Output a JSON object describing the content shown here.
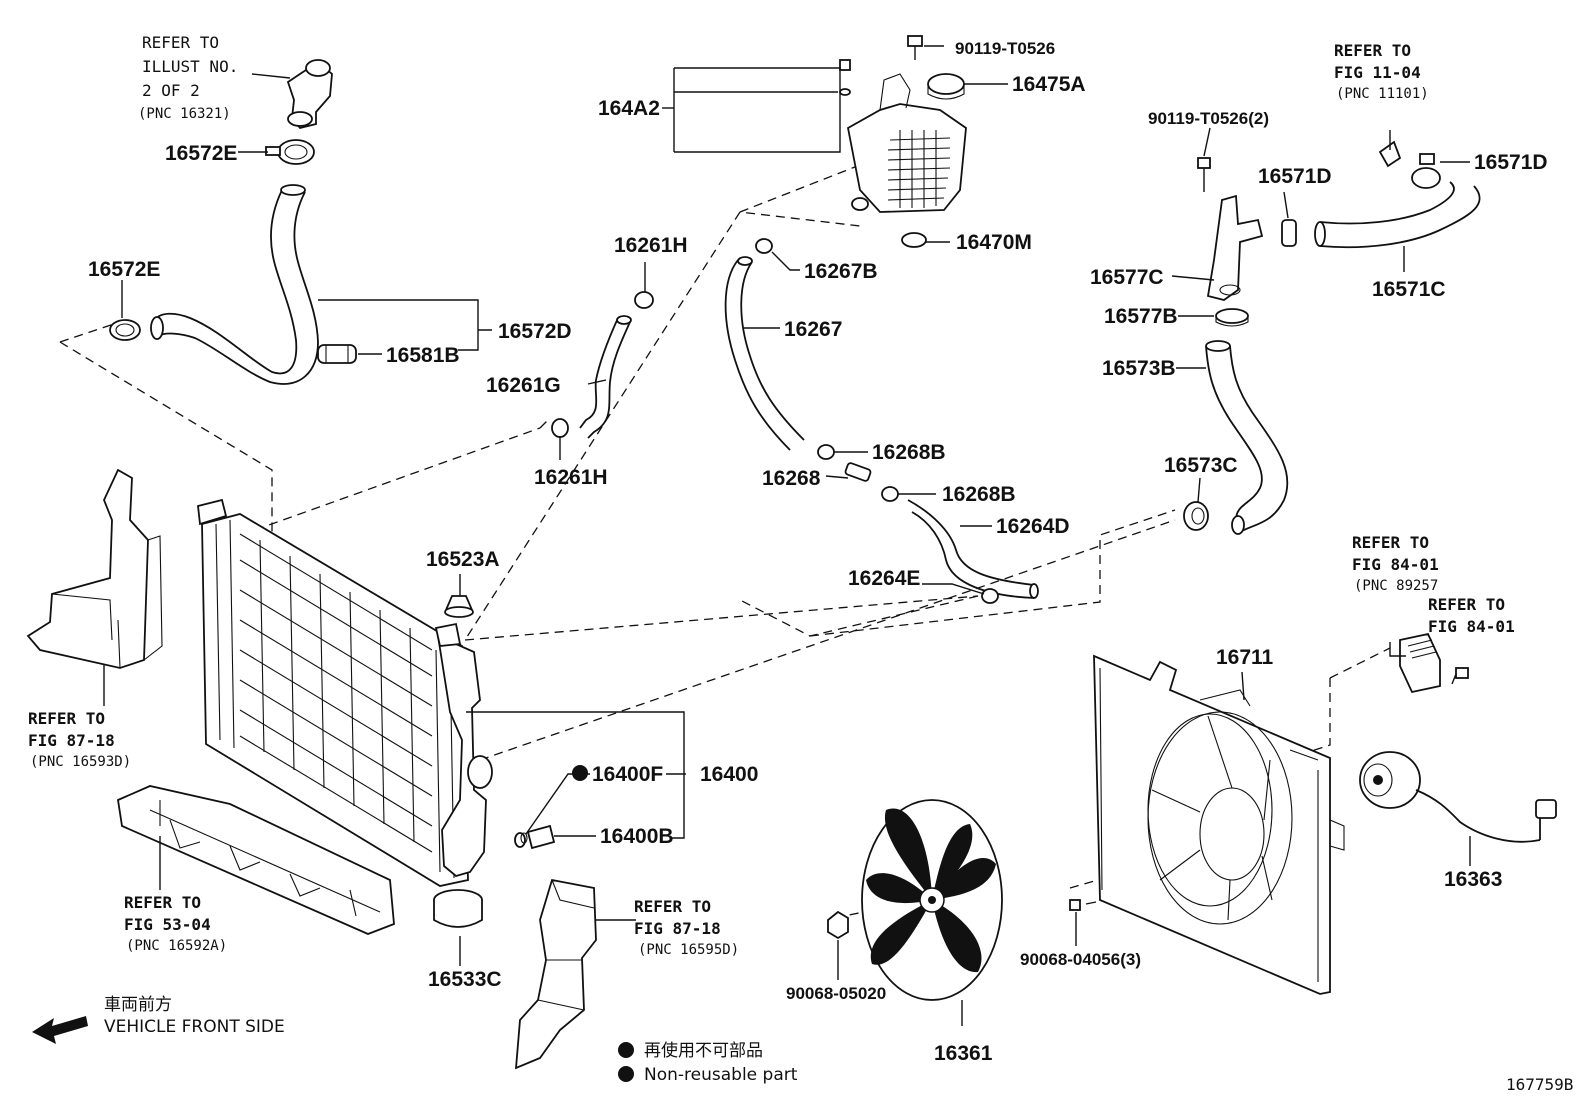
{
  "parts": {
    "p16572E_top": "16572E",
    "p16572E_left": "16572E",
    "p16572D": "16572D",
    "p16581B": "16581B",
    "p164A2": "164A2",
    "p90119_T0526": "90119-T0526",
    "p16475A": "16475A",
    "p16470M": "16470M",
    "p16261H_top": "16261H",
    "p16261G": "16261G",
    "p16261H_bottom": "16261H",
    "p16267B": "16267B",
    "p16267": "16267",
    "p16268B_top": "16268B",
    "p16268": "16268",
    "p16268B_bottom": "16268B",
    "p16264D": "16264D",
    "p16264E": "16264E",
    "p90119_T0526_2": "90119-T0526(2)",
    "p16571D_left": "16571D",
    "p16571D_right": "16571D",
    "p16577C": "16577C",
    "p16571C": "16571C",
    "p16577B": "16577B",
    "p16573B": "16573B",
    "p16573C": "16573C",
    "p16523A": "16523A",
    "p16711": "16711",
    "p16400F": "16400F",
    "p16400": "16400",
    "p16400B": "16400B",
    "p16363": "16363",
    "p90068_05020": "90068-05020",
    "p90068_04056": "90068-04056(3)",
    "p16533C": "16533C",
    "p16361": "16361"
  },
  "refs": {
    "r1": [
      "REFER TO",
      "ILLUST NO.",
      "2 OF 2",
      "(PNC 16321)"
    ],
    "r2": [
      "REFER TO",
      "FIG 11-04",
      "(PNC 11101)"
    ],
    "r3": [
      "REFER TO",
      "FIG 87-18",
      "(PNC 16593D)"
    ],
    "r4": [
      "REFER TO",
      "FIG 53-04",
      "(PNC 16592A)"
    ],
    "r5": [
      "REFER TO",
      "FIG 87-18",
      "(PNC 16595D)"
    ],
    "r6": [
      "REFER TO",
      "FIG 84-01",
      "(PNC 89257"
    ],
    "r7": [
      "REFER TO",
      "FIG 84-01"
    ]
  },
  "legend": {
    "front_jp": "車両前方",
    "front_en": "VEHICLE FRONT SIDE",
    "nonreuse_jp": "再使用不可部品",
    "nonreuse_en": "Non-reusable part"
  },
  "illustration_id": "167759B"
}
